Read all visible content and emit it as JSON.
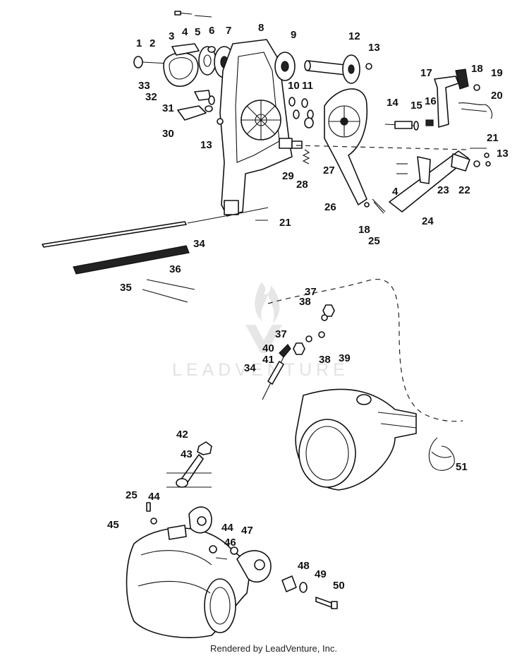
{
  "diagram": {
    "footer": "Rendered by LeadVenture, Inc.",
    "watermark": "LEADVENTURE",
    "callouts": [
      "1",
      "2",
      "3",
      "4",
      "5",
      "6",
      "7",
      "8",
      "9",
      "12",
      "13",
      "33",
      "32",
      "31",
      "30",
      "13",
      "10",
      "11",
      "14",
      "15",
      "16",
      "17",
      "18",
      "19",
      "20",
      "21",
      "13",
      "22",
      "23",
      "27",
      "29",
      "28",
      "4",
      "26",
      "24",
      "18",
      "25",
      "21",
      "34",
      "35",
      "36",
      "37",
      "38",
      "37",
      "38",
      "39",
      "40",
      "41",
      "34",
      "42",
      "43",
      "51",
      "25",
      "44",
      "45",
      "44",
      "46",
      "47",
      "48",
      "49",
      "50"
    ]
  }
}
